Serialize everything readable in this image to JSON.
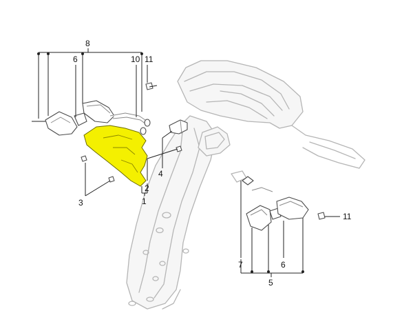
{
  "highlight_color": "#f4f000",
  "labels": {
    "l1": "1",
    "l2": "2",
    "l3": "3",
    "l4": "4",
    "l5": "5",
    "l6a": "6",
    "l6b": "6",
    "l7": "7",
    "l8": "8",
    "l10": "10",
    "l11a": "11",
    "l11b": "11"
  }
}
